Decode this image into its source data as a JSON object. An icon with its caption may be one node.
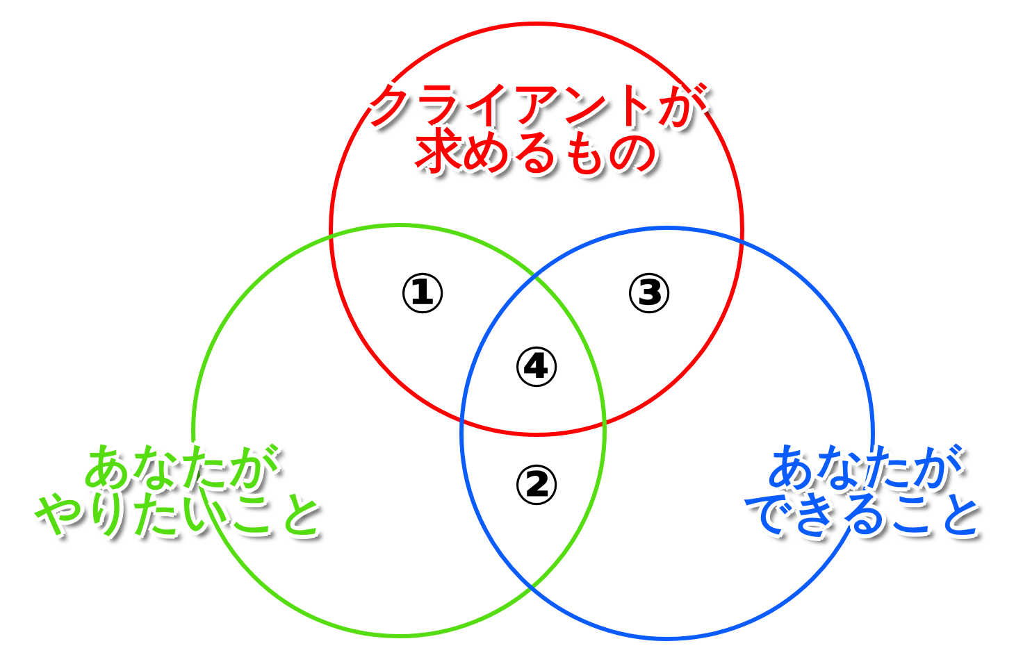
{
  "diagram": {
    "nodes": [
      {
        "text": [
          "クライアントが求めるもの"
        ]
      },
      {
        "text": [
          "あなたがやりたいこと"
        ]
      },
      {
        "text": [
          "あなたができること"
        ]
      }
    ],
    "edges": [],
    "labels": [
      "①",
      "③",
      "④",
      "②"
    ]
  }
}
